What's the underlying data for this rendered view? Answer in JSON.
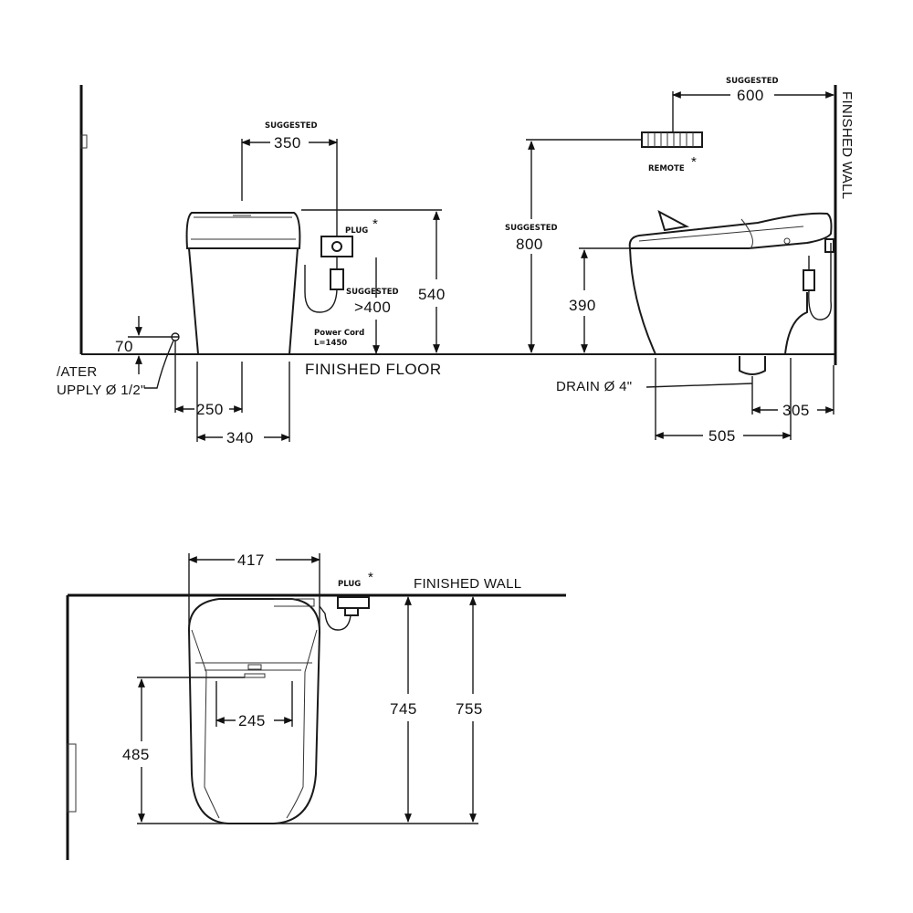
{
  "front_view": {
    "suggested_label": "SUGGESTED",
    "dim_350": "350",
    "plug_label": "PLUG",
    "asterisk": "*",
    "suggested2_label": "SUGGESTED",
    "dim_gt400": ">400",
    "dim_540": "540",
    "power_cord_label": "Power Cord",
    "power_cord_length": "L=1450",
    "dim_70": "70",
    "water_supply_line1": "/ATER",
    "water_supply_line2": "UPPLY Ø 1/2\"",
    "finished_floor_label": "FINISHED FLOOR",
    "dim_250": "250",
    "dim_340": "340"
  },
  "side_view": {
    "suggested_label": "SUGGESTED",
    "dim_600": "600",
    "remote_label": "REMOTE",
    "asterisk": "*",
    "finished_wall_label": "FINISHED WALL",
    "suggested2_label": "SUGGESTED",
    "dim_800": "800",
    "dim_390": "390",
    "drain_label": "DRAIN Ø 4\"",
    "dim_305": "305",
    "dim_505": "505"
  },
  "plan_view": {
    "dim_417": "417",
    "plug_label": "PLUG",
    "asterisk": "*",
    "finished_wall_label": "FINISHED WALL",
    "dim_745": "745",
    "dim_755": "755",
    "dim_485": "485",
    "dim_245": "245"
  }
}
